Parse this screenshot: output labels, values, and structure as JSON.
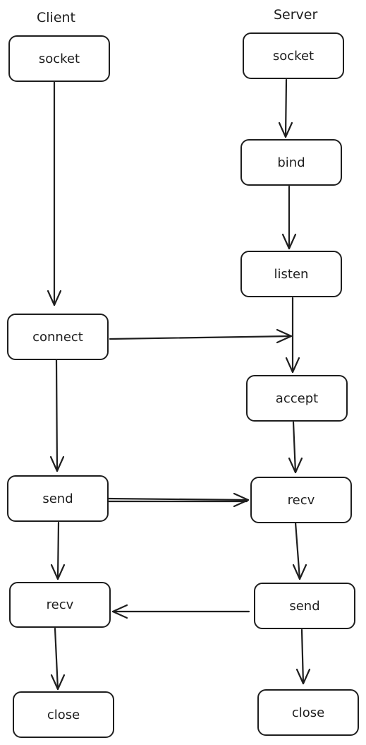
{
  "columns": {
    "client": "Client",
    "server": "Server"
  },
  "nodes": {
    "client_socket": "socket",
    "client_connect": "connect",
    "client_send": "send",
    "client_recv": "recv",
    "client_close": "close",
    "server_socket": "socket",
    "server_bind": "bind",
    "server_listen": "listen",
    "server_accept": "accept",
    "server_recv": "recv",
    "server_send": "send",
    "server_close": "close"
  },
  "edges": [
    {
      "from": "client_socket",
      "to": "client_connect"
    },
    {
      "from": "client_connect",
      "to": "client_send"
    },
    {
      "from": "client_send",
      "to": "client_recv"
    },
    {
      "from": "client_recv",
      "to": "client_close"
    },
    {
      "from": "server_socket",
      "to": "server_bind"
    },
    {
      "from": "server_bind",
      "to": "server_listen"
    },
    {
      "from": "server_listen",
      "to": "server_accept"
    },
    {
      "from": "server_accept",
      "to": "server_recv"
    },
    {
      "from": "server_recv",
      "to": "server_send"
    },
    {
      "from": "server_send",
      "to": "server_close"
    },
    {
      "from": "client_connect",
      "to": "server_listen_accept_link"
    },
    {
      "from": "client_send",
      "to": "server_recv"
    },
    {
      "from": "server_send",
      "to": "client_recv"
    }
  ],
  "colors": {
    "stroke": "#1e1e1e",
    "background": "#ffffff"
  }
}
